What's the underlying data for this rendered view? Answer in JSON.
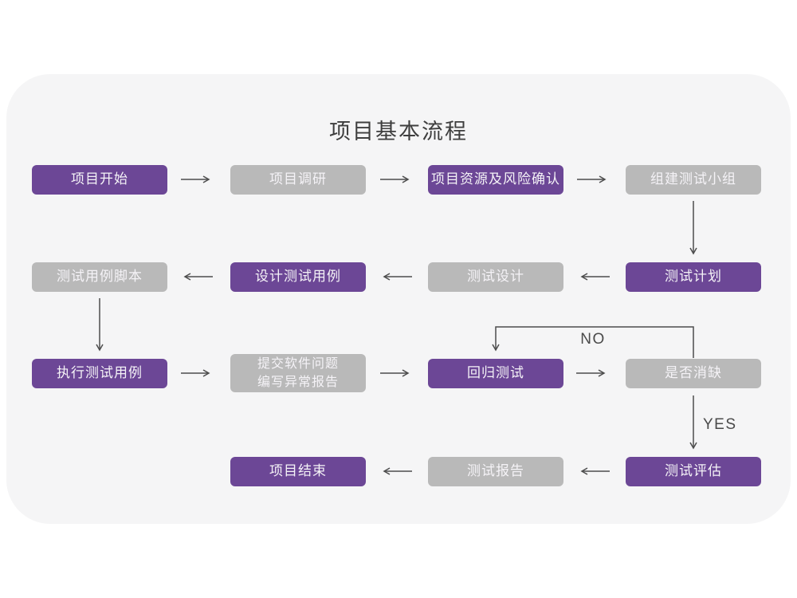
{
  "title": "项目基本流程",
  "colors": {
    "purple": "#6c4796",
    "gray": "#b9b9b9",
    "line": "#4d4d4d",
    "card_bg": "#f5f5f6",
    "title_color": "#3e3e3e"
  },
  "edge_labels": {
    "no": "NO",
    "yes": "YES"
  },
  "nodes": [
    {
      "id": "project-start",
      "label": "项目开始",
      "type": "purple"
    },
    {
      "id": "project-research",
      "label": "项目调研",
      "type": "gray"
    },
    {
      "id": "resource-risk",
      "label": "项目资源及风险确认",
      "type": "purple"
    },
    {
      "id": "build-team",
      "label": "组建测试小组",
      "type": "gray"
    },
    {
      "id": "test-plan",
      "label": "测试计划",
      "type": "purple"
    },
    {
      "id": "test-design",
      "label": "测试设计",
      "type": "gray"
    },
    {
      "id": "design-cases",
      "label": "设计测试用例",
      "type": "purple"
    },
    {
      "id": "case-script",
      "label": "测试用例脚本",
      "type": "gray"
    },
    {
      "id": "execute-cases",
      "label": "执行测试用例",
      "type": "purple"
    },
    {
      "id": "submit-issues",
      "label_line1": "提交软件问题",
      "label_line2": "编写异常报告",
      "type": "gray"
    },
    {
      "id": "regression-test",
      "label": "回归测试",
      "type": "purple"
    },
    {
      "id": "defect-cleared",
      "label": "是否消缺",
      "type": "gray"
    },
    {
      "id": "test-evaluate",
      "label": "测试评估",
      "type": "purple"
    },
    {
      "id": "test-report",
      "label": "测试报告",
      "type": "gray"
    },
    {
      "id": "project-end",
      "label": "项目结束",
      "type": "purple"
    }
  ]
}
